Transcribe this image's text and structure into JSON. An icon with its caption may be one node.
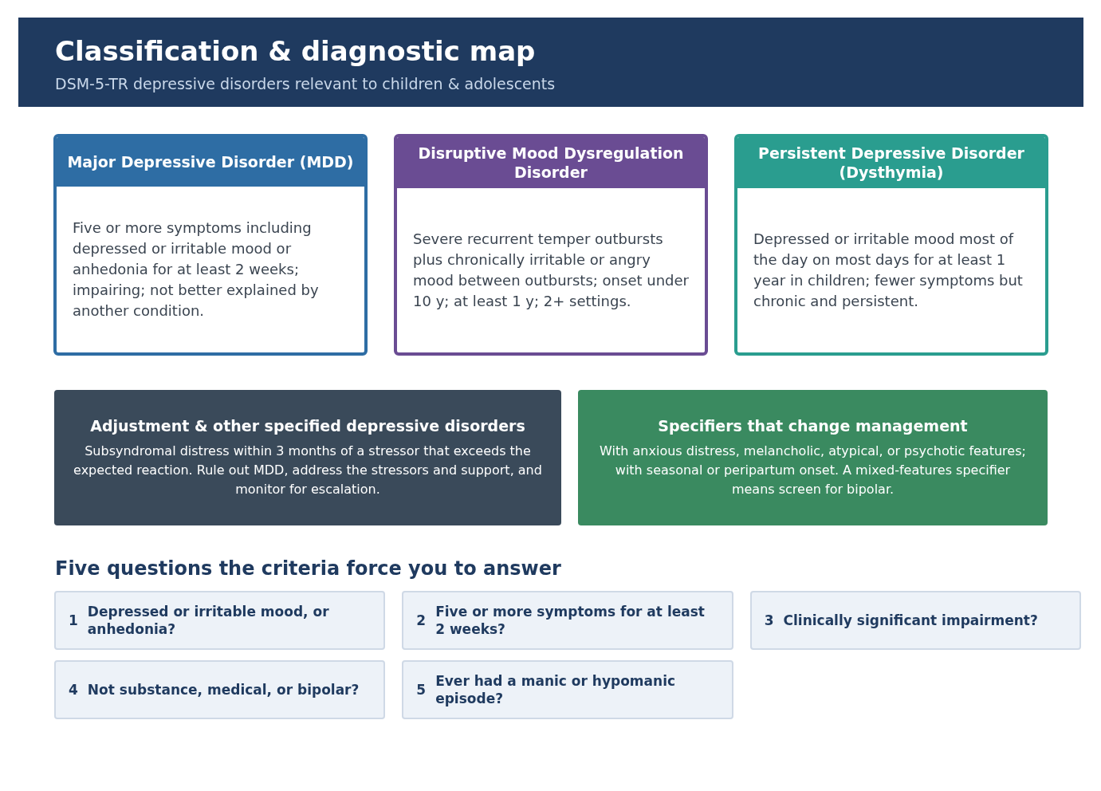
{
  "diagram": {
    "title": "Classification & diagnostic map",
    "caption": "DSM-5-TR depressive disorders relevant to children & adolescents",
    "nodes": [
      {
        "text": [
          "Major Depressive Disorder (MDD)",
          "Five or more symptoms including depressed or irritable mood or anhedonia for at least 2 weeks; impairing; not better explained by another condition."
        ]
      },
      {
        "text": [
          "Disruptive Mood Dysregulation Disorder",
          "Severe recurrent temper outbursts plus chronically irritable or angry mood between outbursts; onset under 10 y; at least 1 y; 2+ settings."
        ]
      },
      {
        "text": [
          "Persistent Depressive Disorder (Dysthymia)",
          "Depressed or irritable mood most of the day on most days for at least 1 year in children; fewer symptoms but chronic and persistent."
        ]
      },
      {
        "text": [
          "Adjustment & other specified depressive disorders",
          "Subsyndromal distress within 3 months of a stressor that exceeds the expected reaction. Rule out MDD, address the stressors and support, and monitor for escalation."
        ]
      },
      {
        "text": [
          "Specifiers that change management",
          "With anxious distress, melancholic, atypical, or psychotic features; with seasonal or peripartum onset. A mixed-features specifier means screen for bipolar."
        ]
      },
      {
        "text": [
          "1",
          "Depressed or irritable mood, or anhedonia?"
        ]
      },
      {
        "text": [
          "2",
          "Five or more symptoms for at least 2 weeks?"
        ]
      },
      {
        "text": [
          "3",
          "Clinically significant impairment?"
        ]
      },
      {
        "text": [
          "4",
          "Not substance, medical, or bipolar?"
        ]
      },
      {
        "text": [
          "5",
          "Ever had a manic or hypomanic episode?"
        ]
      }
    ],
    "edges": [],
    "labels": [
      "Five questions the criteria force you to answer"
    ]
  }
}
